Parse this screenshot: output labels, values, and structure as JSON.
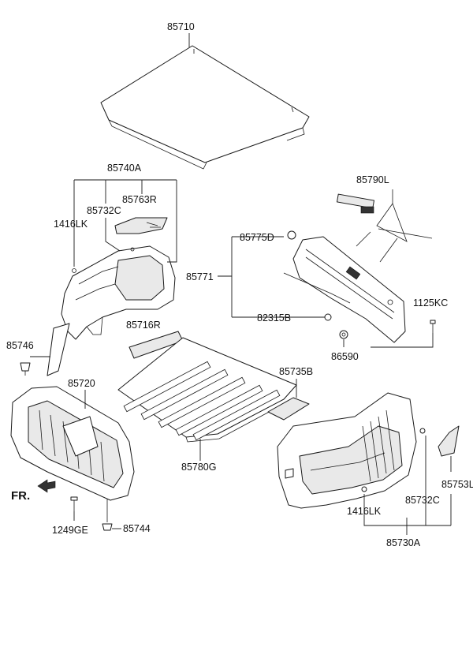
{
  "labels": {
    "p85710": "85710",
    "p85740A": "85740A",
    "p85763R": "85763R",
    "p85732C_left": "85732C",
    "p1416LK_left": "1416LK",
    "p85790L": "85790L",
    "p85775D": "85775D",
    "p85771": "85771",
    "p82315B": "82315B",
    "p1125KC": "1125KC",
    "p86590": "86590",
    "p85716R": "85716R",
    "p85746": "85746",
    "p85720": "85720",
    "p85735B": "85735B",
    "p85780G": "85780G",
    "p85753L": "85753L",
    "p85732C_right": "85732C",
    "p1416LK_right": "1416LK",
    "p85730A": "85730A",
    "p1249GE": "1249GE",
    "p85744": "85744",
    "fr": "FR."
  }
}
